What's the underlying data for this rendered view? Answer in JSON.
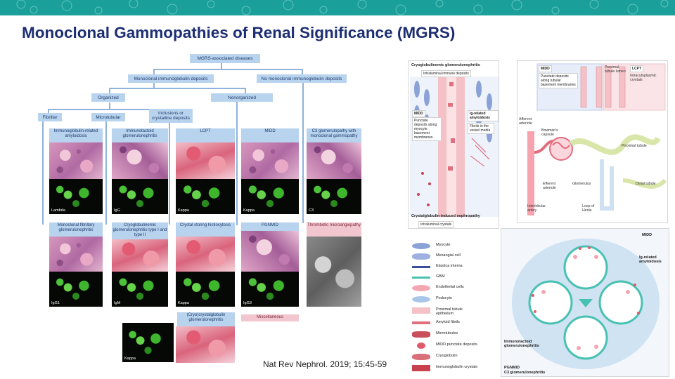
{
  "title": "Monoclonal Gammopathies of Renal Significance (MGRS)",
  "citation": "Nat Rev Nephrol. 2019; 15:45-59",
  "flowchart": {
    "root": "MGRS-associated diseases",
    "level2": [
      "Monoclonal immunoglobulin deposits",
      "No monoclonal immunoglobulin deposits"
    ],
    "level3": [
      "Organized",
      "Nonorganized"
    ],
    "level4": [
      "Fibrillar",
      "Microtubular",
      "Inclusions or crystalline deposits"
    ],
    "row1": [
      {
        "label": "Immunoglobulin-related amyloidosis",
        "stain": "Lambda"
      },
      {
        "label": "Immunotactoid glomerulonephritis",
        "stain": "IgG"
      },
      {
        "label": "LCPT",
        "stain": "Kappa"
      },
      {
        "label": "MIDD",
        "stain": "Kappa"
      },
      {
        "label": "C3 glomerulopathy with monoclonal gammopathy",
        "stain": "C3"
      }
    ],
    "row2": [
      {
        "label": "Monoclonal fibrillary glomerulonephritis",
        "stain": "IgG1"
      },
      {
        "label": "Cryoglobulinemic glomerulonephritis type I and type II",
        "stain": "IgM"
      },
      {
        "label": "Crystal storing histiocytosis",
        "stain": "Kappa"
      },
      {
        "label": "PGNMID",
        "stain": "IgG3"
      },
      {
        "label": "Thrombotic microangiopathy",
        "stain": ""
      }
    ],
    "row3": [
      {
        "label": "(Cryo)crystalglobulin glomerulonephritis",
        "stain": "Kappa"
      },
      {
        "label": "Miscellaneous",
        "stain": ""
      }
    ]
  },
  "schematics": {
    "vessel": {
      "title": "Cryoglobulinemic glomerulonephritis",
      "tags": [
        "Intraluminal immune deposits",
        "MIDD",
        "Punctate deposits along myocyte basement membranes",
        "Ig-related amyloidosis",
        "Fibrils in the vessel media",
        "Crystalglobulin-induced nephropathy",
        "Intraluminal crystals"
      ]
    },
    "nephron": {
      "tags": [
        "MIDD",
        "Punctate deposits along tubular basement membranes",
        "Proximal tubule lumen",
        "LCPT",
        "Intracytoplasmic crystals"
      ],
      "labels": [
        "Afferent arteriole",
        "Bowman's capsule",
        "Proximal tubule",
        "Efferent arteriole",
        "Glomerulus",
        "Distal tubule",
        "Interlobular artery",
        "Loop of Henle"
      ]
    },
    "legend": [
      {
        "label": "Myocyte",
        "color": "#8aa2d6"
      },
      {
        "label": "Mesangial cell",
        "color": "#9db0df"
      },
      {
        "label": "Elastica interna",
        "color": "#3b4e9a"
      },
      {
        "label": "GBM",
        "color": "#49c1b2"
      },
      {
        "label": "Endothelial cells",
        "color": "#f2a7b2"
      },
      {
        "label": "Podocyte",
        "color": "#a9c6ea"
      },
      {
        "label": "Proximal tubule epithelium",
        "color": "#f4c2c6"
      },
      {
        "label": "Amyloid fibrils",
        "color": "#e0707e"
      },
      {
        "label": "Microtubules",
        "color": "#c84f5c"
      },
      {
        "label": "MIDD punctate deposits",
        "color": "#e05a6b"
      },
      {
        "label": "Cryoglobulin",
        "color": "#d9707a"
      },
      {
        "label": "Immunoglobulin crystals",
        "color": "#c9414f"
      }
    ],
    "glomerulus": {
      "tags": [
        "MIDD",
        "Ig-related amyloidosis",
        "Immunotactoid glomerulonephritis",
        "PGNMID",
        "C3 glomerulonephritis"
      ]
    }
  }
}
